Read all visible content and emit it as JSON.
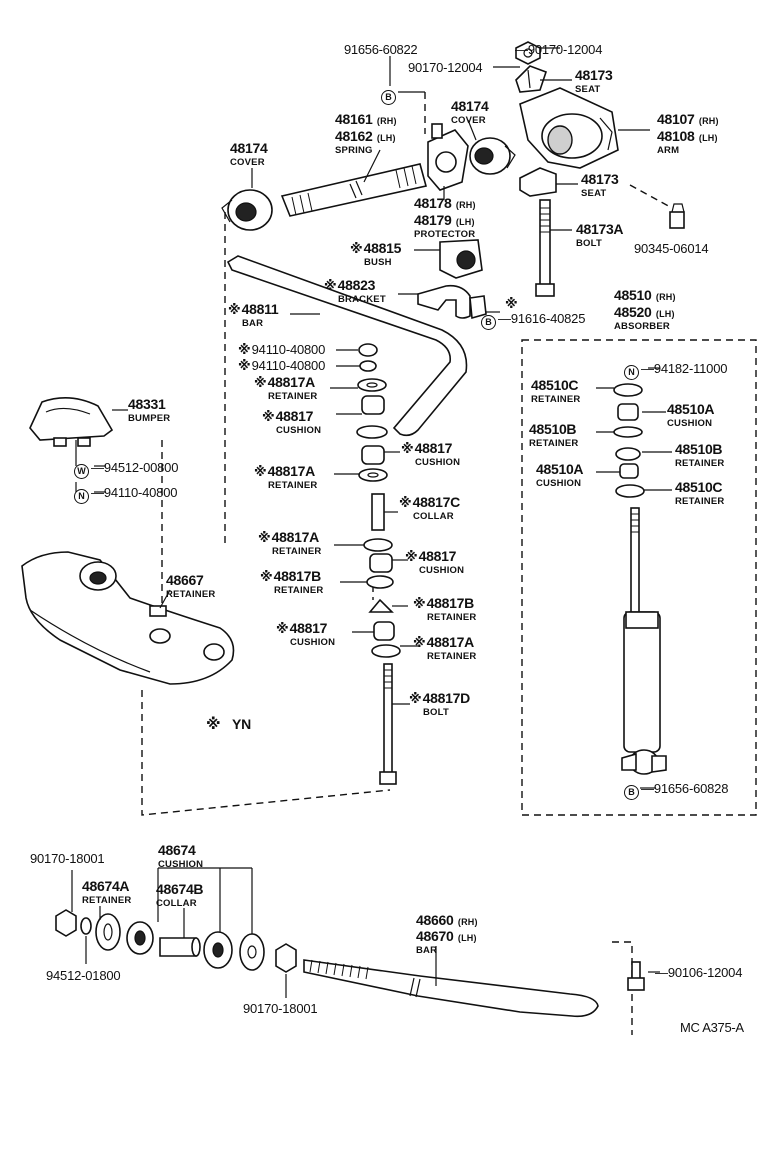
{
  "diagram_code": "MC A375-A",
  "yn_note": "YN",
  "parts": {
    "p91656_top": {
      "number": "91656-60822"
    },
    "p90170_12004_a": {
      "number": "90170-12004"
    },
    "p90170_12004_b": {
      "number": "90170-12004"
    },
    "p48173_top": {
      "number": "48173",
      "name": "SEAT"
    },
    "p48174_right": {
      "number": "48174",
      "name": "COVER"
    },
    "p48161": {
      "number": "48161",
      "suffix": "(RH)"
    },
    "p48162": {
      "number": "48162",
      "suffix": "(LH)",
      "name": "SPRING"
    },
    "p48107": {
      "number": "48107",
      "suffix": "(RH)"
    },
    "p48108": {
      "number": "48108",
      "suffix": "(LH)",
      "name": "ARM"
    },
    "p48174_left": {
      "number": "48174",
      "name": "COVER"
    },
    "p48178": {
      "number": "48178",
      "suffix": "(RH)"
    },
    "p48179": {
      "number": "48179",
      "suffix": "(LH)",
      "name": "PROTECTOR"
    },
    "p48173_mid": {
      "number": "48173",
      "name": "SEAT"
    },
    "p48173A": {
      "number": "48173A",
      "name": "BOLT"
    },
    "p90345": {
      "number": "90345-06014"
    },
    "p48815": {
      "number": "48815",
      "name": "BUSH"
    },
    "p48823": {
      "number": "48823",
      "name": "BRACKET"
    },
    "p91616": {
      "number": "91616-40825"
    },
    "p48510": {
      "number": "48510",
      "suffix": "(RH)"
    },
    "p48520": {
      "number": "48520",
      "suffix": "(LH)",
      "name": "ABSORBER"
    },
    "p48811": {
      "number": "48811",
      "name": "BAR"
    },
    "p94110_a": {
      "number": "94110-40800"
    },
    "p94110_b": {
      "number": "94110-40800"
    },
    "p48817A_1": {
      "number": "48817A",
      "name": "RETAINER"
    },
    "p48817_1": {
      "number": "48817",
      "name": "CUSHION"
    },
    "p48817_2": {
      "number": "48817",
      "name": "CUSHION"
    },
    "p48817A_2": {
      "number": "48817A",
      "name": "RETAINER"
    },
    "p48817C": {
      "number": "48817C",
      "name": "COLLAR"
    },
    "p48817A_3": {
      "number": "48817A",
      "name": "RETAINER"
    },
    "p48817_3": {
      "number": "48817",
      "name": "CUSHION"
    },
    "p48817B_1": {
      "number": "48817B",
      "name": "RETAINER"
    },
    "p48817B_2": {
      "number": "48817B",
      "name": "RETAINER"
    },
    "p48817_4": {
      "number": "48817",
      "name": "CUSHION"
    },
    "p48817A_4": {
      "number": "48817A",
      "name": "RETAINER"
    },
    "p48817D": {
      "number": "48817D",
      "name": "BOLT"
    },
    "p94182": {
      "number": "94182-11000"
    },
    "p48510C_1": {
      "number": "48510C",
      "name": "RETAINER"
    },
    "p48510A_1": {
      "number": "48510A",
      "name": "CUSHION"
    },
    "p48510B_1": {
      "number": "48510B",
      "name": "RETAINER"
    },
    "p48510B_2": {
      "number": "48510B",
      "name": "RETAINER"
    },
    "p48510A_2": {
      "number": "48510A",
      "name": "CUSHION"
    },
    "p48510C_2": {
      "number": "48510C",
      "name": "RETAINER"
    },
    "p91656_bottom": {
      "number": "91656-60828"
    },
    "p48331": {
      "number": "48331",
      "name": "BUMPER"
    },
    "p94512_00800": {
      "number": "94512-00800"
    },
    "p94110_c": {
      "number": "94110-40800"
    },
    "p48667": {
      "number": "48667",
      "name": "RETAINER"
    },
    "p90170_18001_a": {
      "number": "90170-18001"
    },
    "p48674": {
      "number": "48674",
      "name": "CUSHION"
    },
    "p48674A": {
      "number": "48674A",
      "name": "RETAINER"
    },
    "p48674B": {
      "number": "48674B",
      "name": "COLLAR"
    },
    "p94512_01800": {
      "number": "94512-01800"
    },
    "p90170_18001_b": {
      "number": "90170-18001"
    },
    "p48660": {
      "number": "48660",
      "suffix": "(RH)"
    },
    "p48670": {
      "number": "48670",
      "suffix": "(LH)",
      "name": "BAR"
    },
    "p90106": {
      "number": "90106-12004"
    }
  },
  "symbols": {
    "asterisk": "※",
    "dash": "—",
    "B": "B",
    "W": "W",
    "N": "N"
  }
}
